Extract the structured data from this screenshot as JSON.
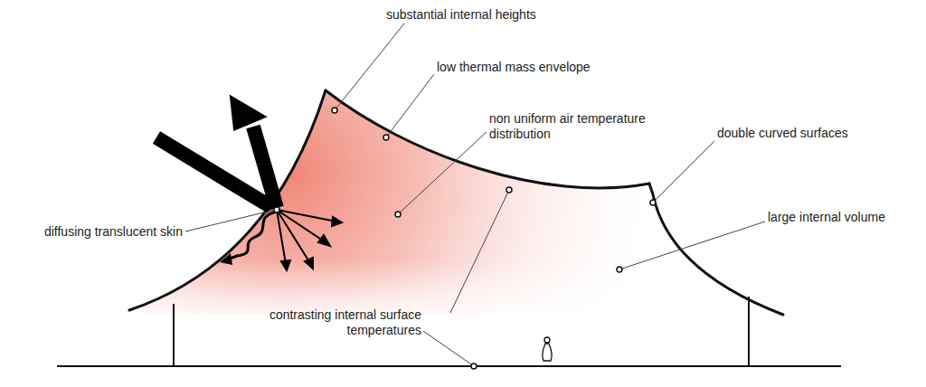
{
  "diagram": {
    "labels": [
      "substantial internal heights",
      "low thermal mass envelope",
      "non uniform air temperature distribution",
      "double curved surfaces",
      "diffusing translucent skin",
      "large internal volume",
      "contrasting internal surface temperatures"
    ]
  }
}
